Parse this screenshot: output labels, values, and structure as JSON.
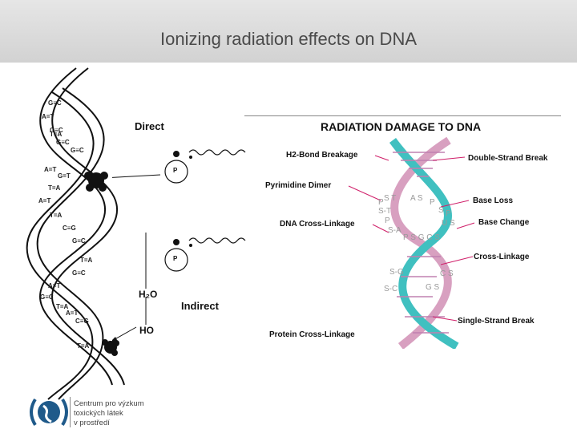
{
  "slide": {
    "title": "Ionizing radiation effects on DNA"
  },
  "left_diagram": {
    "direct_label": "Direct",
    "indirect_label": "Indirect",
    "water_label": "H₂O",
    "ho_label": "HO",
    "p_label": "P",
    "base_pairs": [
      "G≡C",
      "A=T",
      "G≡C",
      "T=A",
      "G≡C",
      "G≡C",
      "A=T",
      "G=T",
      "T=A",
      "A=T",
      "T=A",
      "C≡G",
      "G≡C",
      "T=A",
      "G≡C",
      "A=T",
      "G≡C",
      "T=A",
      "A=T",
      "C≡G",
      "T=A"
    ]
  },
  "right_diagram": {
    "title": "RADIATION DAMAGE TO DNA",
    "labels": {
      "h2_bond": "H2-Bond Breakage",
      "double_strand": "Double-Strand Break",
      "pyrimidine": "Pyrimidine Dimer",
      "base_loss": "Base Loss",
      "base_change": "Base Change",
      "cross_linkage_dna": "DNA Cross-Linkage",
      "cross_linkage": "Cross-Linkage",
      "single_strand": "Single-Strand Break",
      "protein_cross": "Protein Cross-Linkage"
    },
    "strand_letters": {
      "a": "S T",
      "b": "A S",
      "c": "P",
      "d": "S",
      "e": "S-T",
      "f": "P",
      "g": "U S",
      "h": "S-A",
      "i": "P S G C S",
      "j": "S-G",
      "k": "C S",
      "l": "S-C",
      "m": "G S",
      "n": "P",
      "o": "P"
    },
    "colors": {
      "pink": "#d8a0c0",
      "teal": "#40c0c0",
      "arrow": "#d0206a"
    }
  },
  "footer": {
    "logo_lines": [
      "Centrum pro výzkum",
      "toxických látek",
      "v prostředí"
    ]
  }
}
